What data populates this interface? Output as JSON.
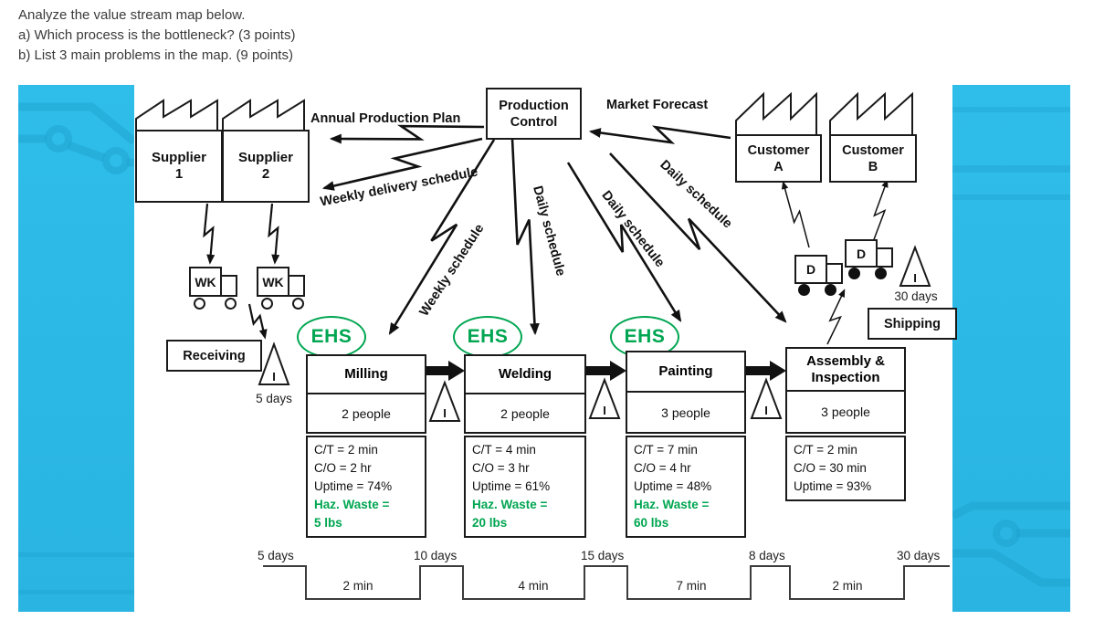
{
  "question": {
    "line1": "Analyze the value stream map below.",
    "line2": "a) Which process is the bottleneck? (3 points)",
    "line3": "b) List 3 main problems in the map. (9 points)"
  },
  "external": {
    "supplier1": {
      "line1": "Supplier",
      "line2": "1"
    },
    "supplier2": {
      "line1": "Supplier",
      "line2": "2"
    },
    "customerA": {
      "line1": "Customer",
      "line2": "A"
    },
    "customerB": {
      "line1": "Customer",
      "line2": "B"
    }
  },
  "production_control": {
    "line1": "Production",
    "line2": "Control"
  },
  "info_flows": {
    "annual_production_plan": "Annual Production Plan",
    "market_forecast": "Market Forecast",
    "weekly_delivery_schedule": "Weekly delivery schedule",
    "weekly_schedule": "Weekly schedule",
    "daily_schedule_welding": "Daily schedule",
    "daily_schedule_painting": "Daily schedule",
    "daily_schedule_assembly": "Daily schedule"
  },
  "logistics": {
    "supplier_truck_label": "WK",
    "customer_truck_label": "D",
    "receiving": "Receiving",
    "shipping": "Shipping",
    "receiving_inventory": "5 days",
    "shipping_inventory": "30 days",
    "inventory_symbol": "I"
  },
  "ehs_label": "EHS",
  "processes": [
    {
      "name": "Milling",
      "people": "2 people",
      "cycle_time": "C/T = 2 min",
      "changeover": "C/O = 2 hr",
      "uptime": "Uptime = 74%",
      "haz_label": "Haz. Waste =",
      "haz_value": "5 lbs"
    },
    {
      "name": "Welding",
      "people": "2 people",
      "cycle_time": "C/T = 4 min",
      "changeover": "C/O = 3 hr",
      "uptime": "Uptime = 61%",
      "haz_label": "Haz. Waste =",
      "haz_value": "20 lbs"
    },
    {
      "name": "Painting",
      "people": "3 people",
      "cycle_time": "C/T = 7 min",
      "changeover": "C/O = 4 hr",
      "uptime": "Uptime = 48%",
      "haz_label": "Haz. Waste =",
      "haz_value": "60 lbs"
    },
    {
      "name": "Assembly & Inspection",
      "people": "3 people",
      "cycle_time": "C/T = 2 min",
      "changeover": "C/O = 30 min",
      "uptime": "Uptime = 93%"
    }
  ],
  "timeline": {
    "days": [
      "5 days",
      "10 days",
      "15 days",
      "8 days",
      "30 days"
    ],
    "mins": [
      "2 min",
      "4 min",
      "7 min",
      "2 min"
    ]
  },
  "colors": {
    "band_blue": "#29B4E1",
    "ehs_green": "#00A651"
  }
}
